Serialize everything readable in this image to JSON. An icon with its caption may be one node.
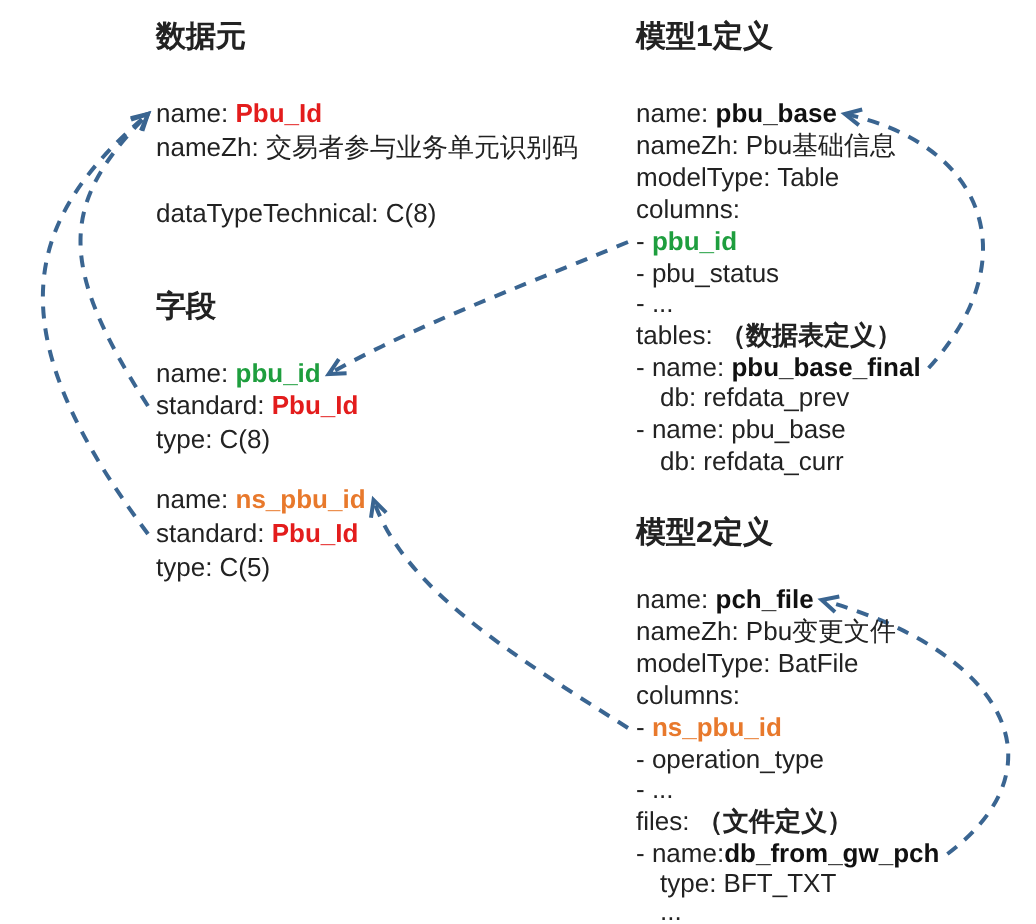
{
  "diagram": {
    "nodes": [
      {
        "text": [
          "name: **Pbu_Id**"
        ]
      },
      {
        "text": [
          "name: **pbu_id**"
        ]
      },
      {
        "text": [
          "standard: **Pbu_Id**"
        ]
      },
      {
        "text": [
          "name: **ns_pbu_id**"
        ]
      },
      {
        "text": [
          "standard: **Pbu_Id**"
        ]
      },
      {
        "text": [
          "name: **pbu_base**"
        ]
      },
      {
        "text": [
          "- **pbu_id**"
        ]
      },
      {
        "text": [
          "- name: **pbu_base_final**"
        ]
      },
      {
        "text": [
          "name: **pch_file**"
        ]
      },
      {
        "text": [
          "- **ns_pbu_id**"
        ]
      },
      {
        "text": [
          "- name:**db_from_gw_pch**"
        ]
      }
    ],
    "edges": [
      {
        "from": 2,
        "to": 0,
        "arrow": "to",
        "style": "dashed"
      },
      {
        "from": 4,
        "to": 0,
        "arrow": "to",
        "style": "dashed"
      },
      {
        "from": 6,
        "to": 1,
        "arrow": "to",
        "style": "dashed"
      },
      {
        "from": 7,
        "to": 5,
        "arrow": "to",
        "style": "dashed"
      },
      {
        "from": 9,
        "to": 3,
        "arrow": "to",
        "style": "dashed"
      },
      {
        "from": 10,
        "to": 8,
        "arrow": "to",
        "style": "dashed"
      }
    ],
    "labels": [
      "数据元",
      "nameZh: 交易者参与业务单元识别码",
      "dataTypeTechnical: C(8)",
      "字段",
      "type: C(8)",
      "type: C(5)",
      "模型1定义",
      "nameZh: Pbu基础信息",
      "modelType: Table",
      "columns:",
      "- pbu_status",
      "- ...",
      "tables: **（数据表定义）**",
      "db: refdata_prev",
      "- name: pbu_base",
      "db: refdata_curr",
      "模型2定义",
      "nameZh: Pbu变更文件",
      "modelType: BatFile",
      "columns:",
      "- operation_type",
      "- ...",
      "files: **（文件定义）**",
      "type: BFT_TXT",
      "..."
    ]
  }
}
